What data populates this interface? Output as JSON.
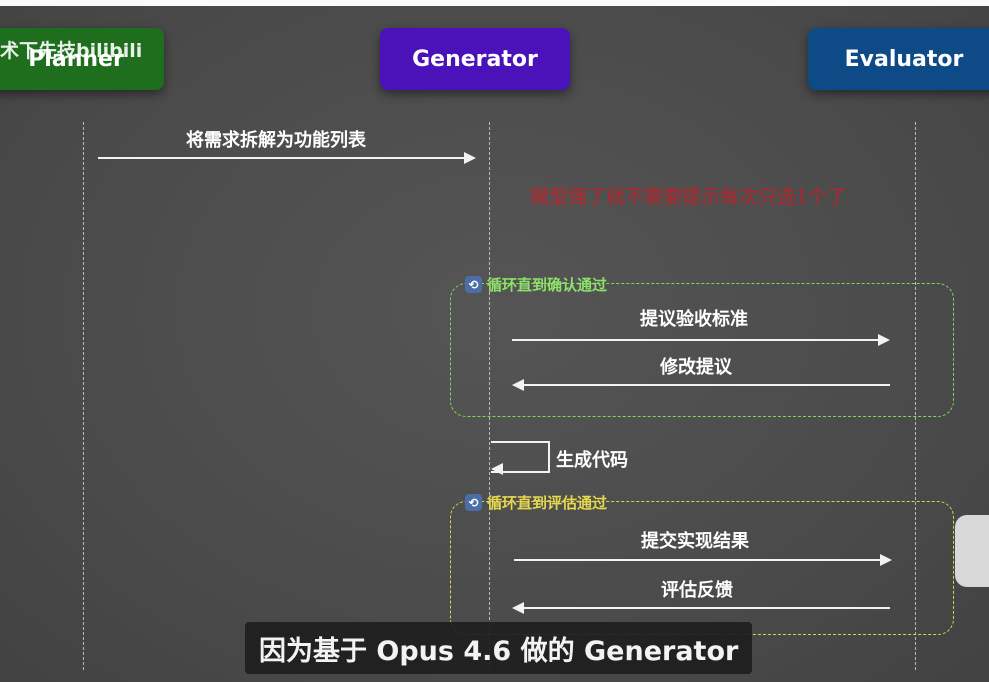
{
  "actors": {
    "planner": "Planner",
    "generator": "Generator",
    "evaluator": "Evaluator"
  },
  "messages": {
    "m1": "将需求拆解为功能列表",
    "m2": "提议验收标准",
    "m3": "修改提议",
    "m4": "生成代码",
    "m5": "提交实现结果",
    "m6": "评估反馈"
  },
  "loops": {
    "loop1": "循环直到确认通过",
    "loop2": "循环直到评估通过"
  },
  "annotation": "模型强了就不需要提示每次只选1个了",
  "watermark": "术下先技bilibili",
  "subtitle": "因为基于 Opus 4.6 做的 Generator",
  "colors": {
    "planner": "#1e6e1e",
    "generator": "#4a12b8",
    "evaluator": "#0e4a86",
    "loop1_border": "#7ed957",
    "loop2_border": "#e0d24a",
    "annotation": "#b9232a"
  }
}
